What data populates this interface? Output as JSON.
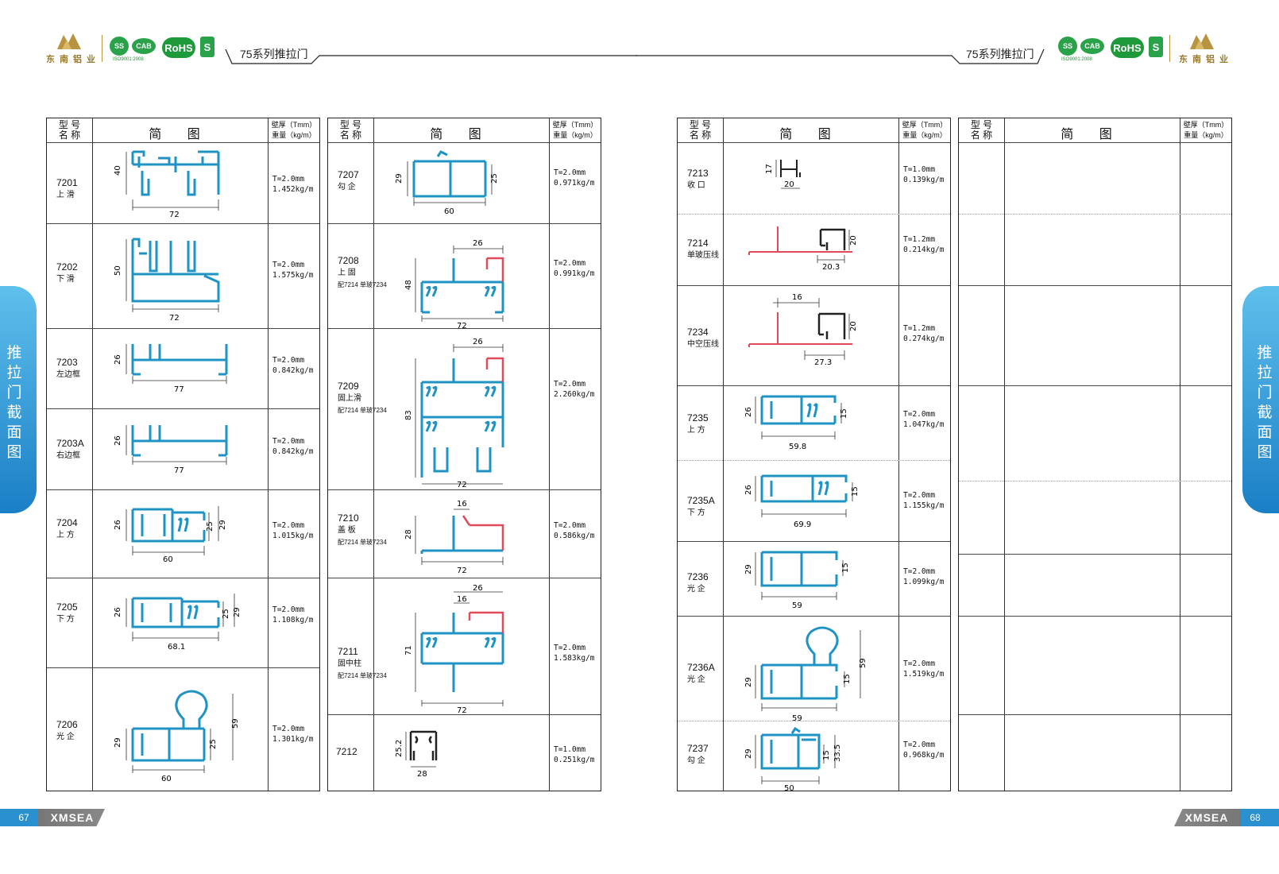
{
  "header": {
    "brand_cn": "东南铝业",
    "section_title": "75系列推拉门",
    "cert_rohs": "RoHS",
    "cert_iso": "ISO9001:2008"
  },
  "side_tab": "推拉门截面图",
  "footer": {
    "left_page": "67",
    "right_page": "68",
    "brand": "XMSEA"
  },
  "table_headers": {
    "code": [
      "型 号",
      "名 称"
    ],
    "diagram": "简 图",
    "spec": [
      "壁厚（Tmm）",
      "重量（kg/m）"
    ]
  },
  "colors": {
    "profile_blue": "#1f93c4",
    "profile_red": "#e04b5a",
    "side_tab": "#2a90d0"
  },
  "profiles_col1": [
    {
      "code": "7201",
      "name": "上 滑",
      "t": "T=2.0mm",
      "w": "1.452kg/m",
      "dims": [
        "40",
        "72"
      ]
    },
    {
      "code": "7202",
      "name": "下 滑",
      "t": "T=2.0mm",
      "w": "1.575kg/m",
      "dims": [
        "50",
        "72"
      ]
    },
    {
      "code": "7203",
      "name": "左边框",
      "t": "T=2.0mm",
      "w": "0.842kg/m",
      "dims": [
        "26",
        "77"
      ]
    },
    {
      "code": "7203A",
      "name": "右边框",
      "t": "T=2.0mm",
      "w": "0.842kg/m",
      "dims": [
        "26",
        "77"
      ]
    },
    {
      "code": "7204",
      "name": "上 方",
      "t": "T=2.0mm",
      "w": "1.015kg/m",
      "dims": [
        "26",
        "25",
        "29",
        "60"
      ]
    },
    {
      "code": "7205",
      "name": "下 方",
      "t": "T=2.0mm",
      "w": "1.108kg/m",
      "dims": [
        "26",
        "25",
        "29",
        "68.1"
      ]
    },
    {
      "code": "7206",
      "name": "光 企",
      "t": "T=2.0mm",
      "w": "1.301kg/m",
      "dims": [
        "29",
        "25",
        "59",
        "60"
      ]
    }
  ],
  "profiles_col2": [
    {
      "code": "7207",
      "name": "勾 企",
      "sub": "",
      "t": "T=2.0mm",
      "w": "0.971kg/m",
      "dims": [
        "29",
        "25",
        "60"
      ]
    },
    {
      "code": "7208",
      "name": "上 固",
      "sub": "配7214 单玻7234",
      "t": "T=2.0mm",
      "w": "0.991kg/m",
      "dims": [
        "26",
        "48",
        "72"
      ]
    },
    {
      "code": "7209",
      "name": "固上滑",
      "sub": "配7214 单玻7234",
      "t": "T=2.0mm",
      "w": "2.260kg/m",
      "dims": [
        "26",
        "83",
        "72"
      ]
    },
    {
      "code": "7210",
      "name": "盖 板",
      "sub": "配7214 单玻7234",
      "t": "T=2.0mm",
      "w": "0.586kg/m",
      "dims": [
        "16",
        "28",
        "72"
      ]
    },
    {
      "code": "7211",
      "name": "固中柱",
      "sub": "配7214 单玻7234",
      "t": "T=2.0mm",
      "w": "1.583kg/m",
      "dims": [
        "26",
        "16",
        "71",
        "72"
      ]
    },
    {
      "code": "7212",
      "name": "",
      "sub": "",
      "t": "T=1.0mm",
      "w": "0.251kg/m",
      "dims": [
        "25.2",
        "28"
      ]
    }
  ],
  "profiles_col3": [
    {
      "code": "7213",
      "name": "收 口",
      "t": "T=1.0mm",
      "w": "0.139kg/m",
      "dims": [
        "17",
        "20"
      ]
    },
    {
      "code": "7214",
      "name": "单玻压线",
      "t": "T=1.2mm",
      "w": "0.214kg/m",
      "dims": [
        "20",
        "20.3"
      ]
    },
    {
      "code": "7234",
      "name": "中空压线",
      "t": "T=1.2mm",
      "w": "0.274kg/m",
      "dims": [
        "16",
        "20",
        "27.3"
      ]
    },
    {
      "code": "7235",
      "name": "上 方",
      "t": "T=2.0mm",
      "w": "1.047kg/m",
      "dims": [
        "26",
        "15",
        "59.8"
      ]
    },
    {
      "code": "7235A",
      "name": "下 方",
      "t": "T=2.0mm",
      "w": "1.155kg/m",
      "dims": [
        "26",
        "15",
        "69.9"
      ]
    },
    {
      "code": "7236",
      "name": "光 企",
      "t": "T=2.0mm",
      "w": "1.099kg/m",
      "dims": [
        "29",
        "15",
        "59"
      ]
    },
    {
      "code": "7236A",
      "name": "光 企",
      "t": "T=2.0mm",
      "w": "1.519kg/m",
      "dims": [
        "29",
        "15",
        "59",
        "59"
      ]
    },
    {
      "code": "7237",
      "name": "勾 企",
      "t": "T=2.0mm",
      "w": "0.968kg/m",
      "dims": [
        "29",
        "15",
        "33.5",
        "50"
      ]
    }
  ]
}
